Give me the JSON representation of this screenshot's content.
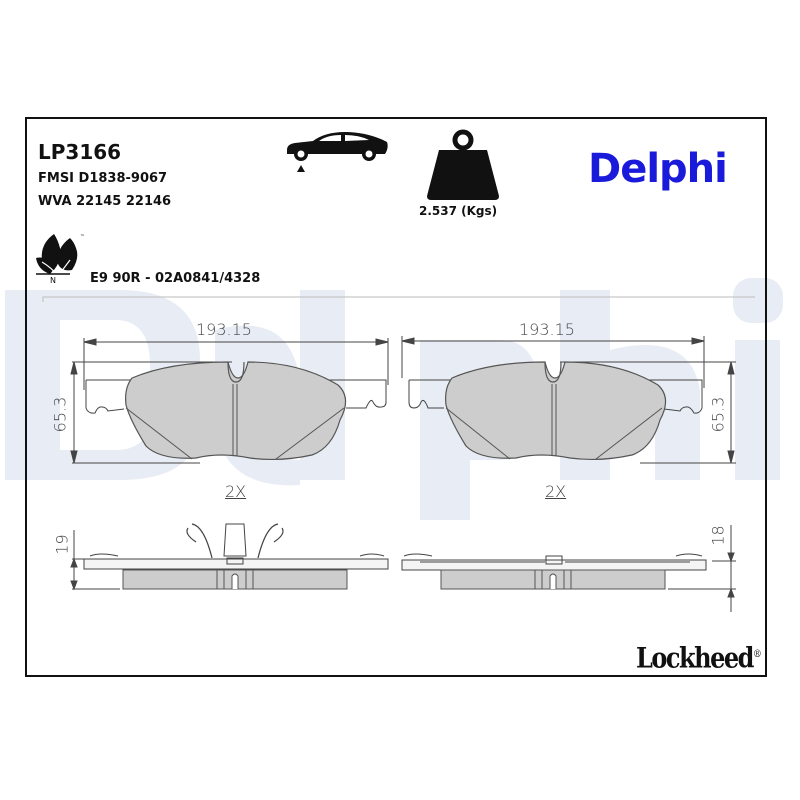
{
  "header": {
    "part_number": "LP3166",
    "fmsi": "FMSI D1838-9067",
    "wva": "WVA 22145 22146",
    "approval": "E9 90R - 02A0841/4328",
    "weight_label": "2.537 (Kgs)",
    "weight_value": 2.537,
    "weight_unit": "Kgs"
  },
  "brands": {
    "primary": "Delphi",
    "primary_color": "#1a1adb",
    "secondary": "Lockheed",
    "secondary_mark": "®",
    "watermark": "Delphi",
    "watermark_color": "#e8edf5"
  },
  "icons": {
    "axle_position": "car-front-axle-icon",
    "weight": "weight-icon",
    "eco": "leaf-eco-icon",
    "eco_mark": "N",
    "eco_tm": "™"
  },
  "drawings": {
    "front_left": {
      "width": "193.15",
      "height": "65.3",
      "quantity": "2X"
    },
    "front_right": {
      "width": "193.15",
      "height": "65.3",
      "quantity": "2X"
    },
    "side_left": {
      "thickness": "19"
    },
    "side_right": {
      "thickness": "18"
    }
  }
}
